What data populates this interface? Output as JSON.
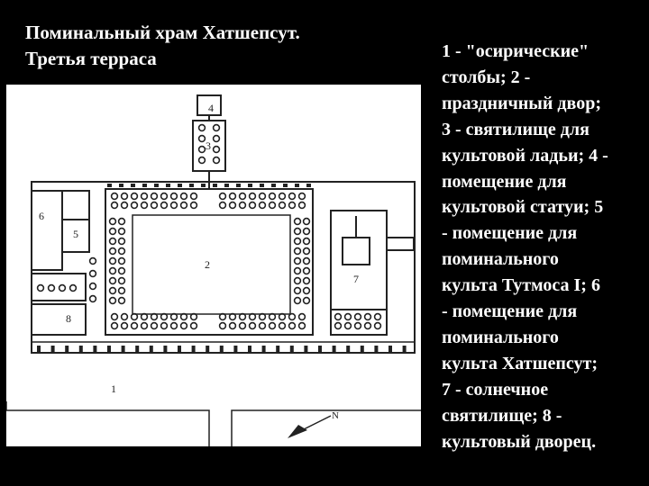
{
  "slide": {
    "title_line1": "Поминальный храм Хатшепсут.",
    "title_line2": "Третья терраса",
    "legend": [
      "1 - \"осирические\"",
      "столбы; 2 -",
      "праздничный двор;",
      "3 - святилище для",
      "культовой ладьи; 4 -",
      "помещение для",
      "культовой статуи; 5",
      "- помещение для",
      "поминального",
      "культа Тутмоса I; 6",
      "- помещение для",
      "поминального",
      "культа Хатшепсут;",
      "7 - солнечное",
      "святилище; 8 -",
      "культовый дворец."
    ],
    "colors": {
      "background": "#000000",
      "text": "#ffffff",
      "plan_bg": "#ffffff",
      "plan_ink": "#222222"
    }
  },
  "plan": {
    "labels": {
      "l1": "1",
      "l2": "2",
      "l3": "3",
      "l4": "4",
      "l5": "5",
      "l6": "6",
      "l7": "7",
      "l8": "8",
      "north": "N"
    },
    "north_arrow_icon": "north-arrow-icon"
  }
}
